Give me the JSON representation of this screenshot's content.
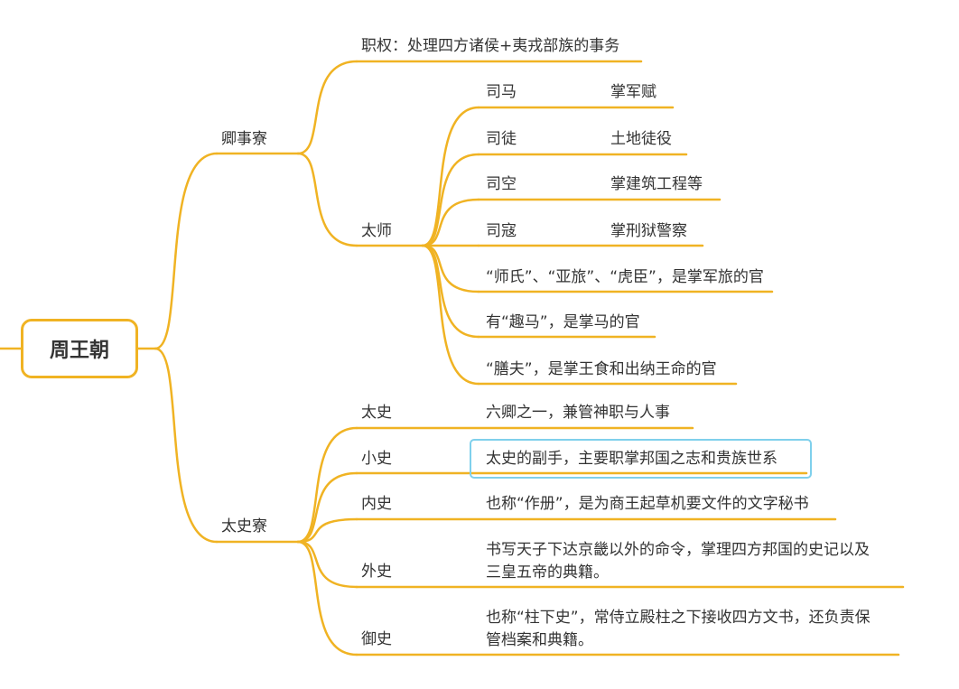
{
  "accent_color": "#f0b323",
  "selection_color": "#7fd0ec",
  "root": {
    "label": "周王朝"
  },
  "qingshiliao": {
    "label": "卿事寮",
    "duty": "职权：处理四方诸侯+夷戎部族的事务",
    "taishi": {
      "label": "太师",
      "offices": [
        {
          "name": "司马",
          "desc": "掌军赋"
        },
        {
          "name": "司徒",
          "desc": "土地徒役"
        },
        {
          "name": "司空",
          "desc": "掌建筑工程等"
        },
        {
          "name": "司寇",
          "desc": "掌刑狱警察"
        }
      ],
      "notes": [
        "“师氏”、“亚旅”、“虎臣”，是掌军旅的官",
        "有“趣马”，是掌马的官",
        "“膳夫”，是掌王食和出纳王命的官"
      ]
    }
  },
  "taishiliao": {
    "label": "太史寮",
    "offices": [
      {
        "name": "太史",
        "desc": [
          "六卿之一，兼管神职与人事"
        ]
      },
      {
        "name": "小史",
        "desc": [
          "太史的副手，主要职掌邦国之志和贵族世系"
        ]
      },
      {
        "name": "内史",
        "desc": [
          "也称“作册”，是为商王起草机要文件的文字秘书"
        ]
      },
      {
        "name": "外史",
        "desc": [
          "书写天子下达京畿以外的命令，掌理四方邦国的史记以及",
          "三皇五帝的典籍。"
        ]
      },
      {
        "name": "御史",
        "desc": [
          "也称“柱下史”，常侍立殿柱之下接收四方文书，还负责保",
          "管档案和典籍。"
        ]
      }
    ]
  }
}
